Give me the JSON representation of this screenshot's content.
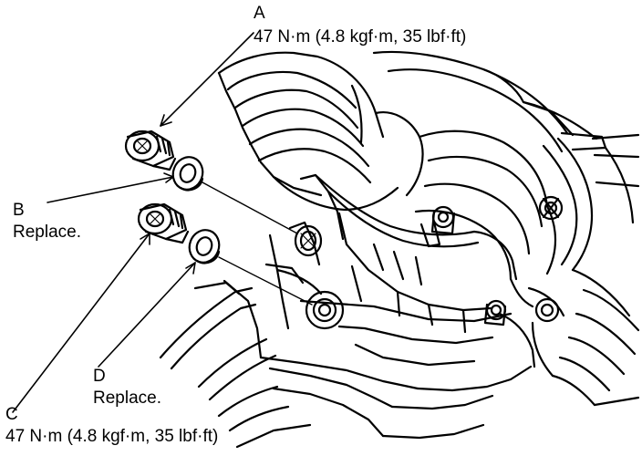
{
  "callouts": {
    "a": {
      "letter": "A",
      "torque": "47 N·m (4.8 kgf·m, 35 lbf·ft)"
    },
    "b": {
      "letter": "B",
      "note": "Replace."
    },
    "c": {
      "letter": "C",
      "torque": "47 N·m (4.8 kgf·m, 35 lbf·ft)"
    },
    "d": {
      "letter": "D",
      "note": "Replace."
    }
  },
  "colors": {
    "ink": "#000000",
    "paper": "#ffffff"
  }
}
